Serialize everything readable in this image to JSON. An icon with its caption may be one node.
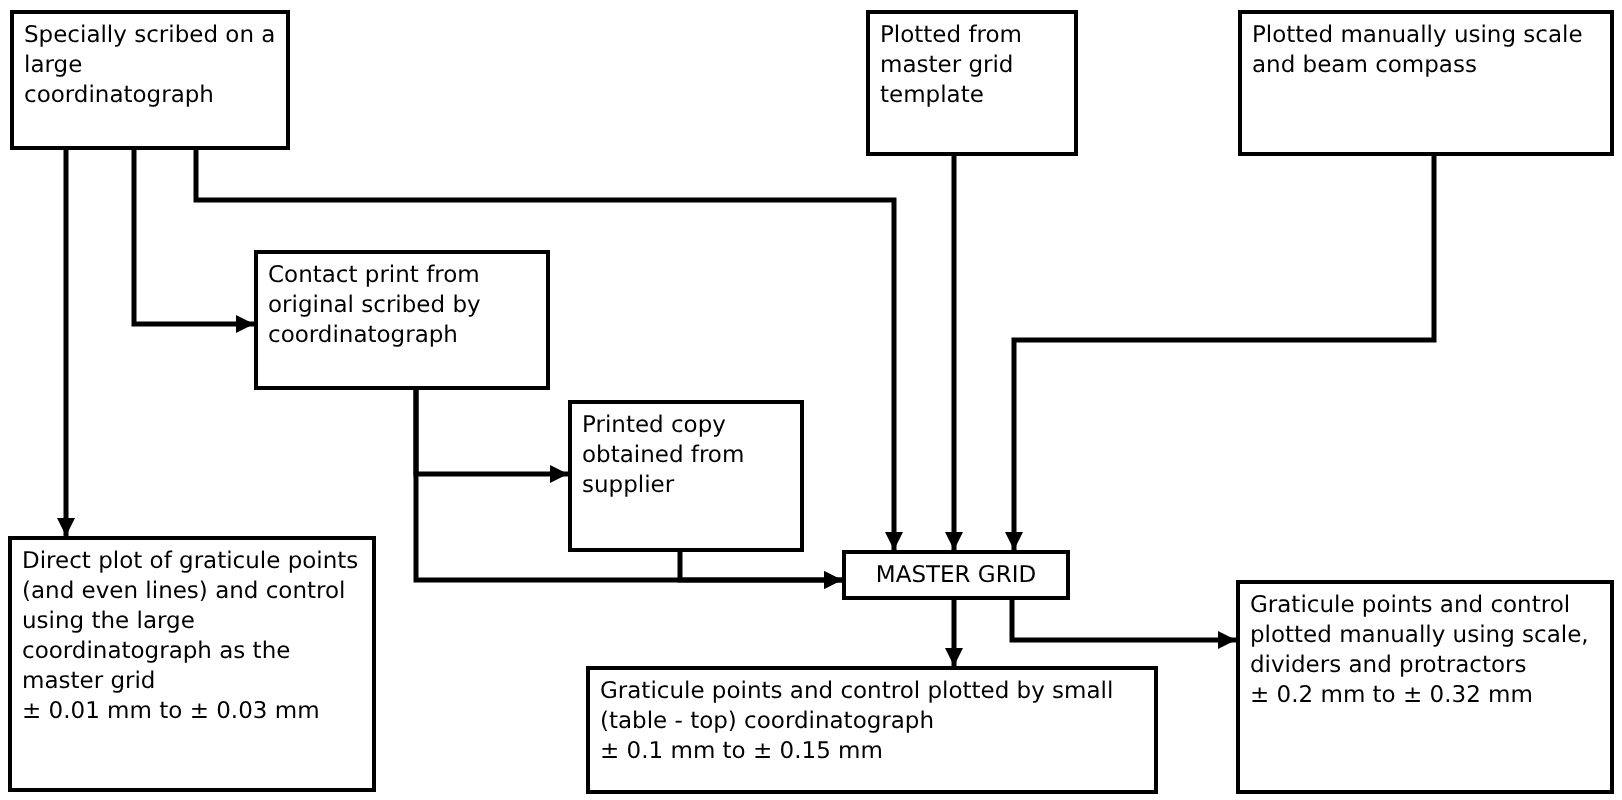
{
  "diagram": {
    "nodes": [
      {
        "text": [
          "Specially scribed on a large coordinatograph"
        ]
      },
      {
        "text": [
          "Contact print from original scribed by coordinatograph"
        ]
      },
      {
        "text": [
          "Plotted from master grid template"
        ]
      },
      {
        "text": [
          "Plotted manually using scale and beam compass"
        ]
      },
      {
        "text": [
          "Printed copy obtained from supplier"
        ]
      },
      {
        "text": [
          "MASTER GRID"
        ]
      },
      {
        "text": [
          "Direct plot of graticule points (and even lines) and control using the large coordinatograph as the master grid",
          "± 0.01 mm to ± 0.03 mm"
        ]
      },
      {
        "text": [
          "Graticule points and control plotted by small (table - top) coordinatograph",
          "± 0.1 mm to ± 0.15 mm"
        ]
      },
      {
        "text": [
          "Graticule points and control plotted manually using scale, dividers and protractors",
          "± 0.2 mm to ± 0.32 mm"
        ]
      }
    ],
    "edges": [
      {
        "from": 0,
        "to": 6,
        "arrow": "to"
      },
      {
        "from": 0,
        "to": 1,
        "arrow": "to"
      },
      {
        "from": 0,
        "to": 5,
        "arrow": "to"
      },
      {
        "from": 2,
        "to": 5,
        "arrow": "to"
      },
      {
        "from": 3,
        "to": 5,
        "arrow": "to"
      },
      {
        "from": 1,
        "to": 4,
        "arrow": "to"
      },
      {
        "from": 1,
        "to": 5,
        "arrow": "to"
      },
      {
        "from": 4,
        "to": 5,
        "arrow": "to"
      },
      {
        "from": 5,
        "to": 7,
        "arrow": "to"
      },
      {
        "from": 5,
        "to": 8,
        "arrow": "to"
      }
    ]
  }
}
